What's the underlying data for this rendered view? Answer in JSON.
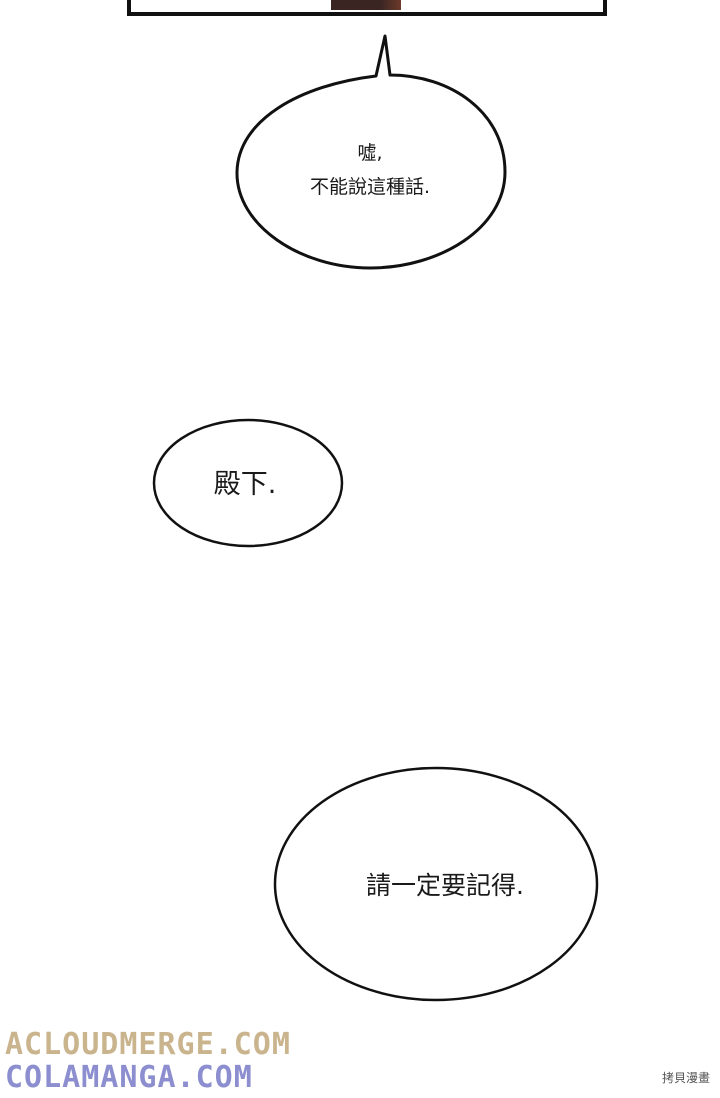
{
  "bubbles": [
    {
      "lines": [
        "噓,",
        "不能說這種話."
      ]
    },
    {
      "lines": [
        "殿下."
      ]
    },
    {
      "lines": [
        "請一定要記得."
      ]
    }
  ],
  "watermark": {
    "line1": "ACLOUDMERGE.COM",
    "line2": "COLAMANGA.COM",
    "corner": "拷貝漫畫",
    "color1": "#c9b48e",
    "color2": "#8c8ecf"
  },
  "colors": {
    "background": "#ffffff",
    "outline": "#111111",
    "panel_art": "#3a2523"
  }
}
